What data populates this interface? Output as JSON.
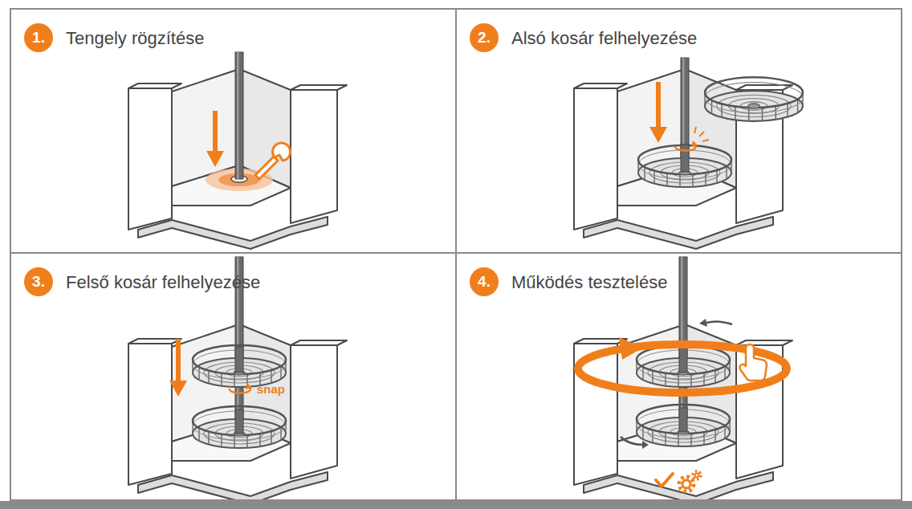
{
  "diagram": {
    "nodes": [
      {
        "text": [
          "Tengely rögzítése"
        ]
      },
      {
        "text": [
          "1."
        ],
        "in": 0
      },
      {
        "text": [
          "Alsó kosár felhelyezése"
        ]
      },
      {
        "text": [
          "2."
        ],
        "in": 2
      },
      {
        "text": [
          "Felső kosár felhelyezése"
        ]
      },
      {
        "text": [
          "3."
        ],
        "in": 4
      },
      {
        "text": [
          "Működés tesztelése"
        ]
      },
      {
        "text": [
          "4."
        ],
        "in": 6
      }
    ],
    "labels": [
      "snap"
    ]
  }
}
